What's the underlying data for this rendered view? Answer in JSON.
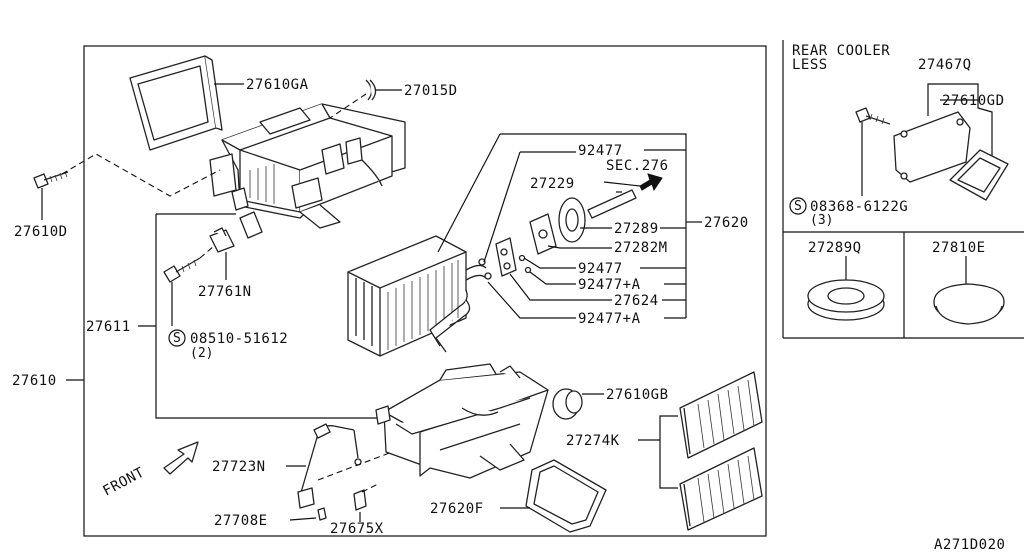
{
  "diagram": {
    "labels": {
      "p27610GA": "27610GA",
      "p27015D": "27015D",
      "p27610D": "27610D",
      "p27761N": "27761N",
      "p27611": "27611",
      "p08510": "08510-51612",
      "q08510": "(2)",
      "p27610": "27610",
      "p92477a": "92477",
      "sec276": "SEC.276",
      "p27229": "27229",
      "p27289": "27289",
      "p27282M": "27282M",
      "p92477b": "92477",
      "p92477A1": "92477+A",
      "p27624": "27624",
      "p92477A2": "92477+A",
      "p27620": "27620",
      "p27610GB": "27610GB",
      "p27274K": "27274K",
      "p27723N": "27723N",
      "front": "FRONT",
      "p27708E": "27708E",
      "p27675X": "27675X",
      "p27620F": "27620F",
      "inset_title_1": "REAR COOLER",
      "inset_title_2": "LESS",
      "p27467Q": "27467Q",
      "p27610GD": "27610GD",
      "p08368": "08368-6122G",
      "q08368": "(3)",
      "p27289Q": "27289Q",
      "p27810E": "27810E",
      "s1": "S",
      "s2": "S",
      "drawing_code": "A271D020"
    }
  }
}
